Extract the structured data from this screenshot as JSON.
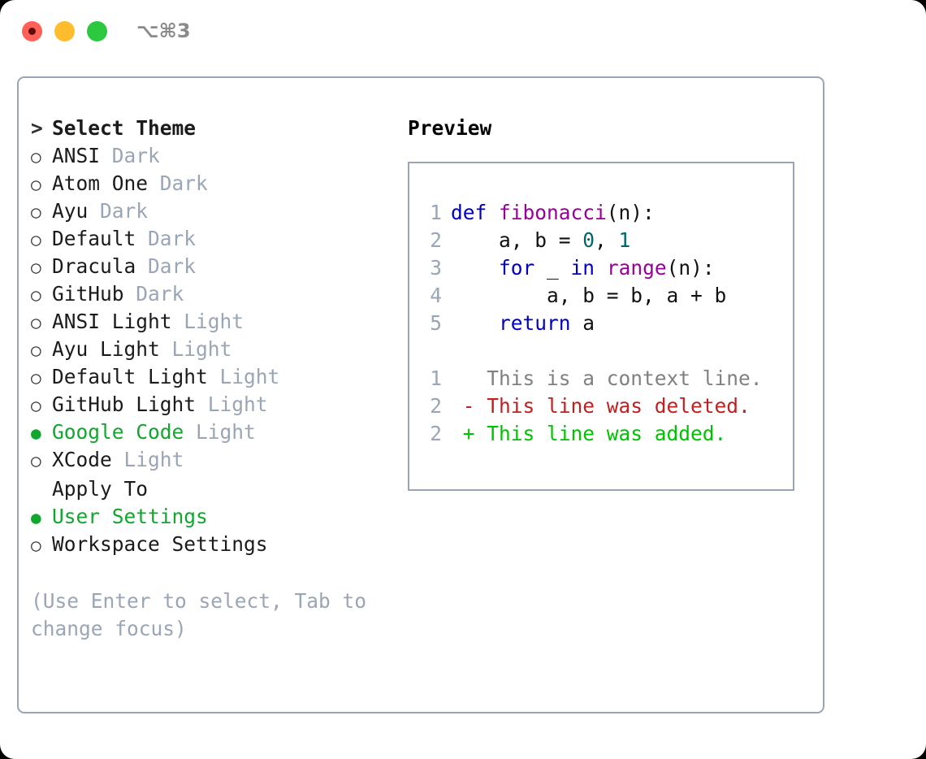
{
  "window": {
    "shortcut_label": "⌥⌘3",
    "traffic_lights": [
      "close",
      "minimize",
      "maximize"
    ],
    "colors": {
      "close": "#ff6159",
      "minimize": "#ffbd2e",
      "maximize": "#2bc840",
      "border": "#9aa5b5",
      "accent_green": "#11a62e",
      "muted": "#9aa5b5"
    }
  },
  "theme_picker": {
    "header_marker": ">",
    "header_label": "Select Theme",
    "unselected_marker": "○",
    "selected_marker": "●",
    "items": [
      {
        "name": "ANSI",
        "kind": "Dark",
        "selected": false
      },
      {
        "name": "Atom One",
        "kind": "Dark",
        "selected": false
      },
      {
        "name": "Ayu",
        "kind": "Dark",
        "selected": false
      },
      {
        "name": "Default",
        "kind": "Dark",
        "selected": false
      },
      {
        "name": "Dracula",
        "kind": "Dark",
        "selected": false
      },
      {
        "name": "GitHub",
        "kind": "Dark",
        "selected": false
      },
      {
        "name": "ANSI Light",
        "kind": "Light",
        "selected": false
      },
      {
        "name": "Ayu Light",
        "kind": "Light",
        "selected": false
      },
      {
        "name": "Default Light",
        "kind": "Light",
        "selected": false
      },
      {
        "name": "GitHub Light",
        "kind": "Light",
        "selected": false
      },
      {
        "name": "Google Code",
        "kind": "Light",
        "selected": true
      },
      {
        "name": "XCode",
        "kind": "Light",
        "selected": false
      }
    ]
  },
  "apply_to": {
    "header_label": "Apply To",
    "items": [
      {
        "name": "User Settings",
        "selected": true
      },
      {
        "name": "Workspace Settings",
        "selected": false
      }
    ]
  },
  "hint": {
    "text": "(Use Enter to select, Tab to change focus)"
  },
  "preview": {
    "title": "Preview",
    "code": {
      "language": "python",
      "lines": [
        {
          "no": "1",
          "tokens": [
            {
              "t": "def ",
              "c": "kw"
            },
            {
              "t": "fibonacci",
              "c": "fn"
            },
            {
              "t": "(n):",
              "c": "punc"
            }
          ]
        },
        {
          "no": "2",
          "tokens": [
            {
              "t": "    a, b = ",
              "c": "txt"
            },
            {
              "t": "0",
              "c": "num"
            },
            {
              "t": ", ",
              "c": "punc"
            },
            {
              "t": "1",
              "c": "num"
            }
          ]
        },
        {
          "no": "3",
          "tokens": [
            {
              "t": "    ",
              "c": "txt"
            },
            {
              "t": "for",
              "c": "kw"
            },
            {
              "t": " _ ",
              "c": "txt"
            },
            {
              "t": "in",
              "c": "kw"
            },
            {
              "t": " ",
              "c": "txt"
            },
            {
              "t": "range",
              "c": "fn"
            },
            {
              "t": "(n):",
              "c": "punc"
            }
          ]
        },
        {
          "no": "4",
          "tokens": [
            {
              "t": "        a, b = b, a + b",
              "c": "txt"
            }
          ]
        },
        {
          "no": "5",
          "tokens": [
            {
              "t": "    ",
              "c": "txt"
            },
            {
              "t": "return",
              "c": "kw"
            },
            {
              "t": " a",
              "c": "txt"
            }
          ]
        }
      ]
    },
    "diff": {
      "lines": [
        {
          "no": "1",
          "sign": " ",
          "text": "This is a context line.",
          "kind": "ctx"
        },
        {
          "no": "2",
          "sign": "-",
          "text": "This line was deleted.",
          "kind": "del"
        },
        {
          "no": "2",
          "sign": "+",
          "text": "This line was added.",
          "kind": "add"
        }
      ]
    }
  }
}
